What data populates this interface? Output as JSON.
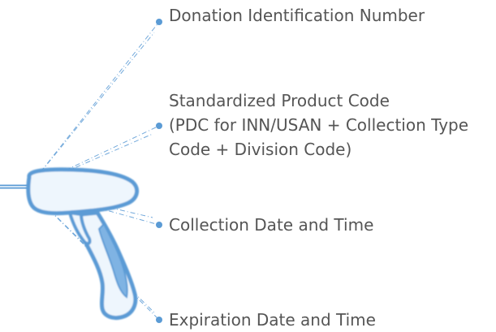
{
  "accent_color": "#5b9bd5",
  "scanner_icon": "barcode-scanner-icon",
  "fields": [
    {
      "lines": [
        "Donation Identification Number"
      ]
    },
    {
      "lines": [
        "Standardized Product Code",
        "(PDC for INN/USAN + Collection Type",
        "Code + Division Code)"
      ]
    },
    {
      "lines": [
        "Collection Date and Time"
      ]
    },
    {
      "lines": [
        "Expiration Date and Time"
      ]
    }
  ]
}
